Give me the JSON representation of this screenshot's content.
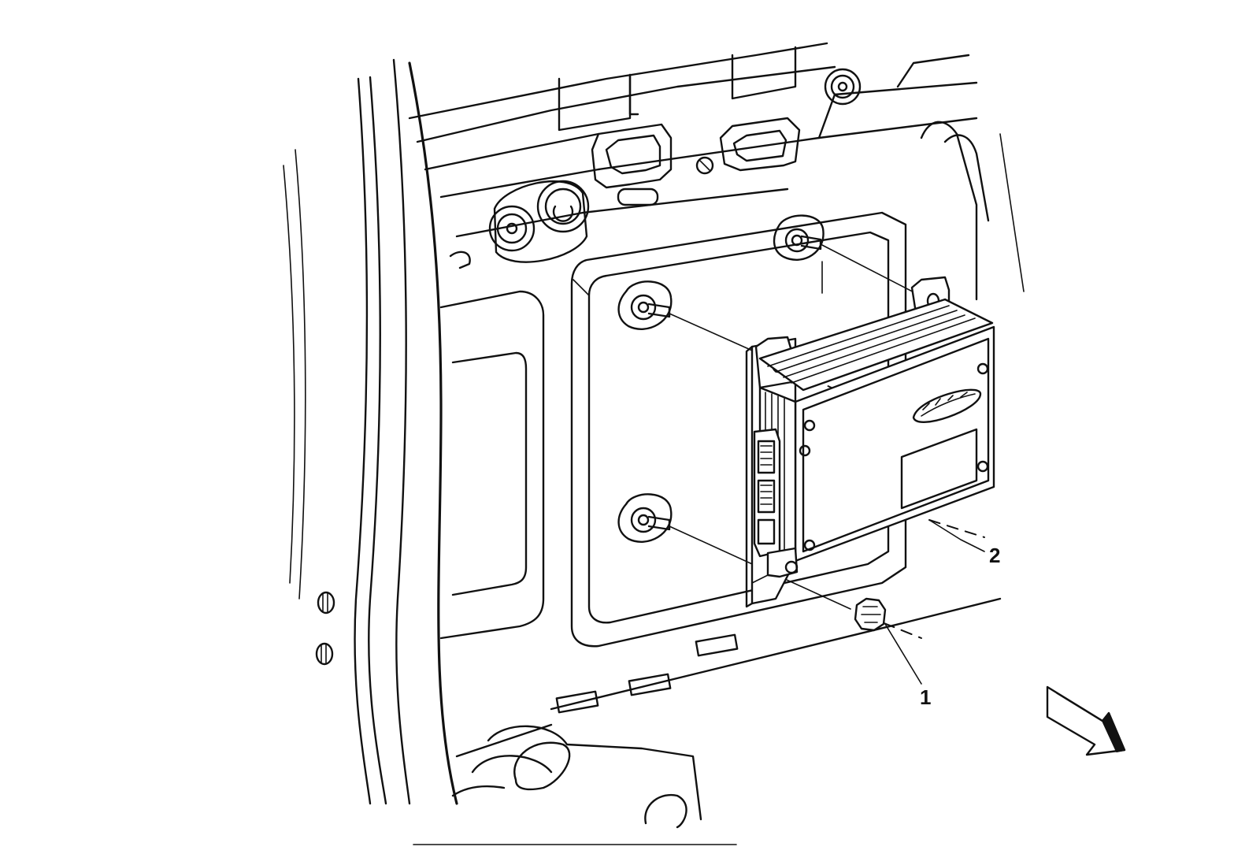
{
  "callouts": [
    {
      "id": "1",
      "label": "1"
    },
    {
      "id": "2",
      "label": "2"
    }
  ],
  "icons": {
    "view_arrow": "forward-direction-arrow-icon"
  },
  "colors": {
    "line": "#111111",
    "background": "#ffffff"
  }
}
